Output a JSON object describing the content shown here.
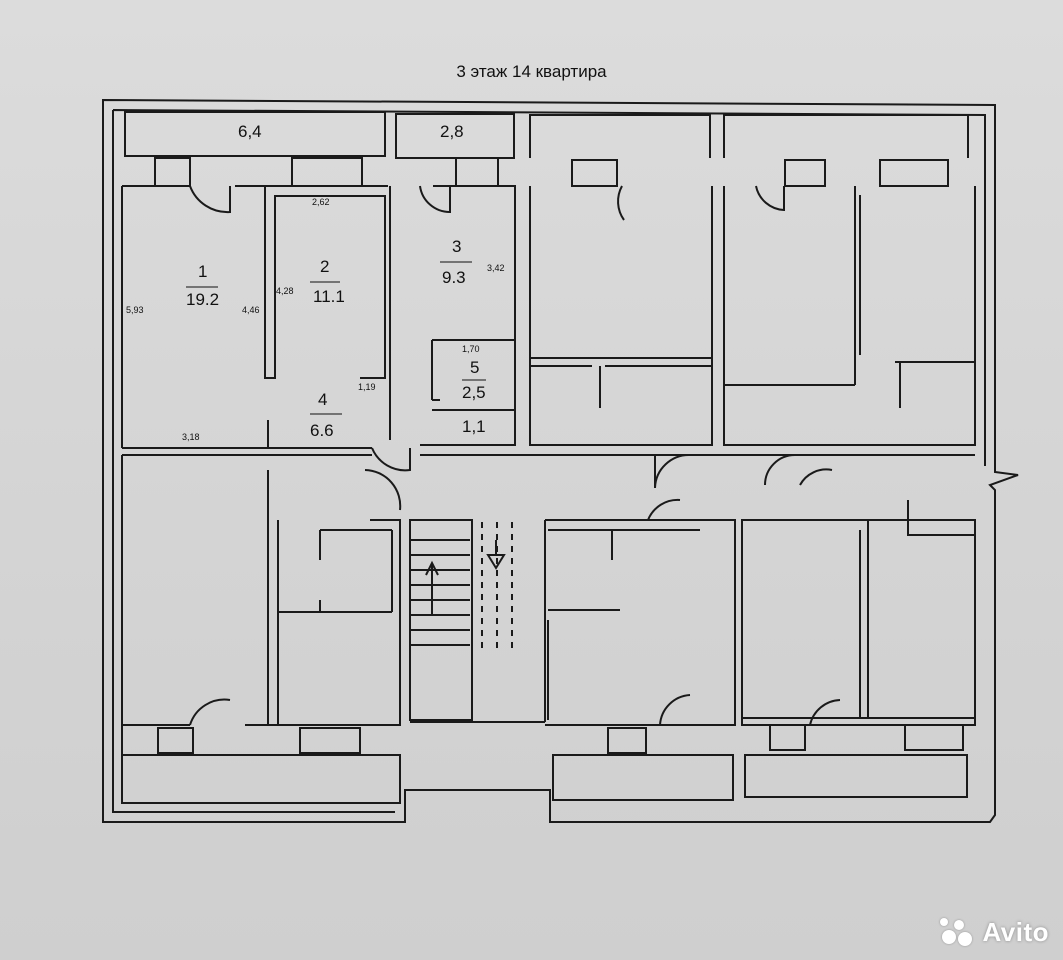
{
  "title": "3 этаж 14 квартира",
  "balconies": {
    "b1": "6,4",
    "b2": "2,8"
  },
  "rooms": [
    {
      "no": "1",
      "area": "19.2"
    },
    {
      "no": "2",
      "area": "11.1"
    },
    {
      "no": "3",
      "area": "9.3"
    },
    {
      "no": "4",
      "area": "6.6"
    },
    {
      "no": "5",
      "area": "2,5"
    },
    {
      "no": "",
      "area": "1,1"
    }
  ],
  "dims": {
    "d262": "2,62",
    "d342": "3,42",
    "d428": "4,28",
    "d446": "4,46",
    "d593": "5,93",
    "d119": "1,19",
    "d170": "1,70",
    "d318": "3,18"
  },
  "watermark": "Avito",
  "colors": {
    "line": "#1a1a1a",
    "paper": "#d6d6d6"
  }
}
